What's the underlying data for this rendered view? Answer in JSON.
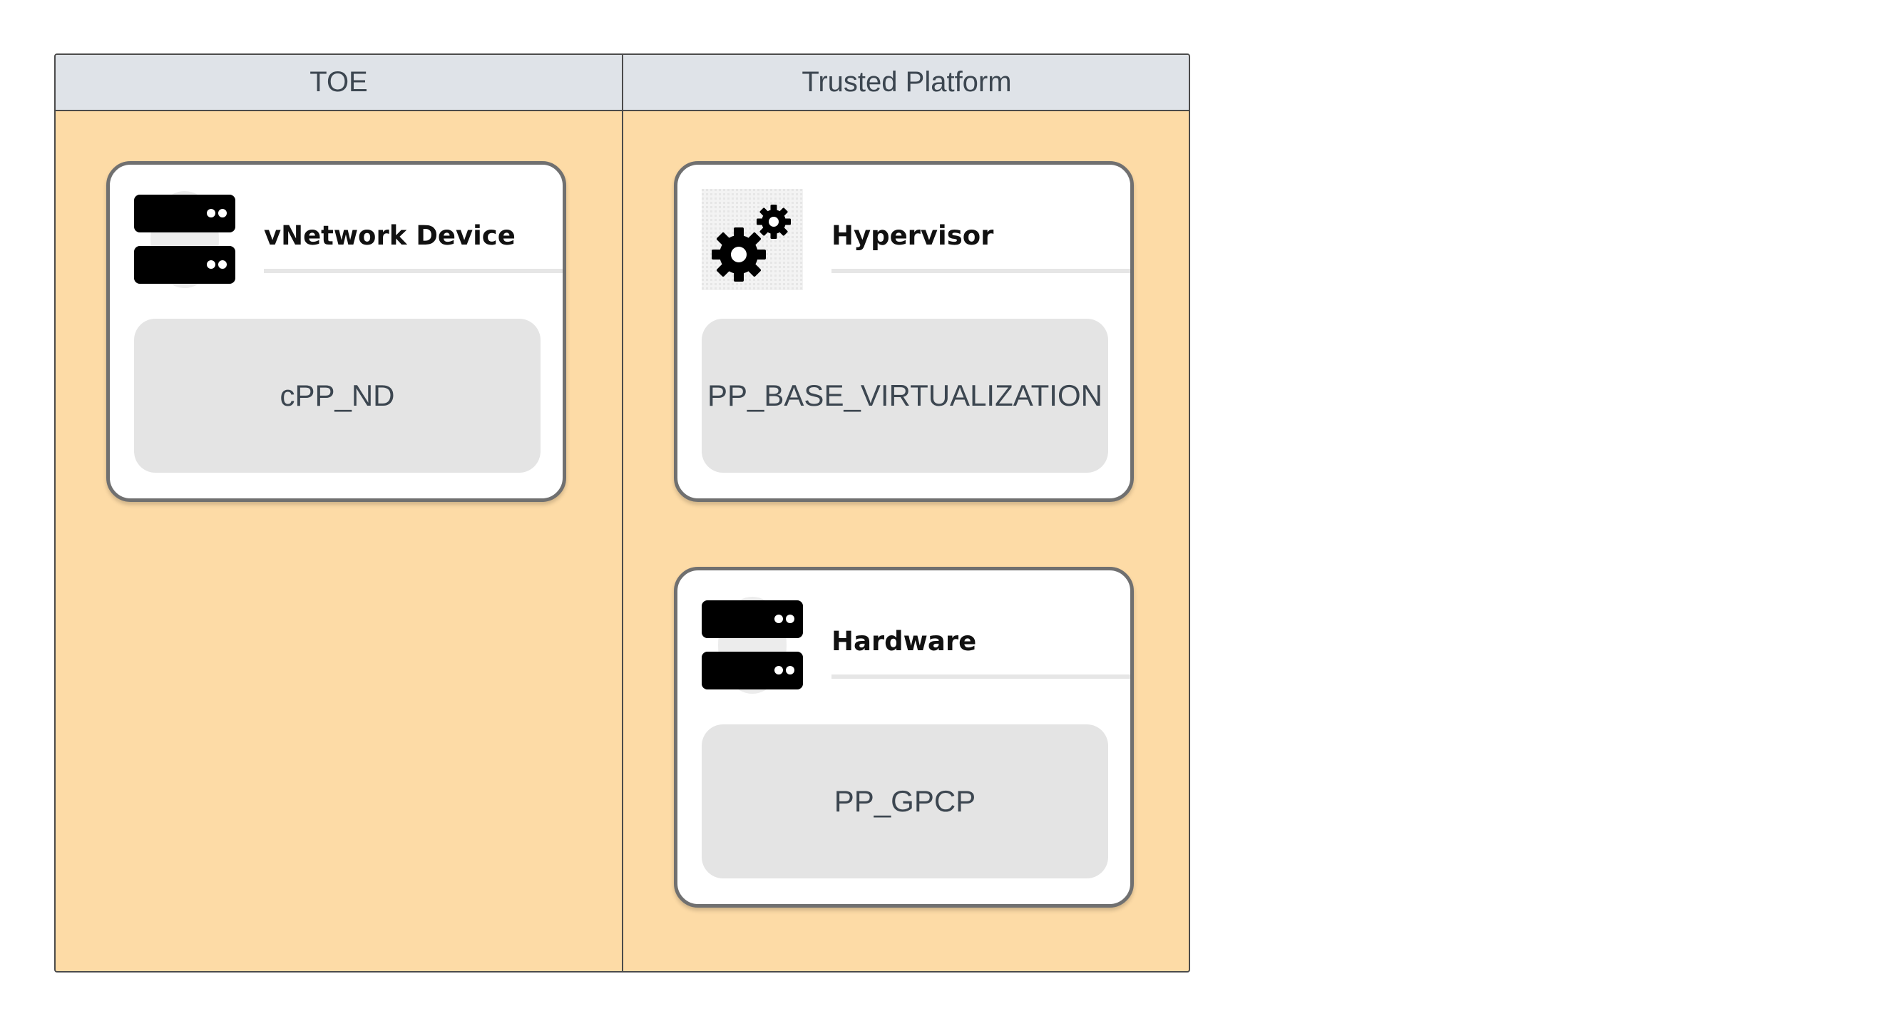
{
  "lanes": [
    {
      "title": "TOE",
      "cards": [
        {
          "icon": "server-icon",
          "title": "vNetwork Device",
          "body": "cPP_ND"
        }
      ]
    },
    {
      "title": "Trusted Platform",
      "cards": [
        {
          "icon": "gears-icon",
          "title": "Hypervisor",
          "body": "PP_BASE_VIRTUALIZATION"
        },
        {
          "icon": "server-icon",
          "title": "Hardware",
          "body": "PP_GPCP"
        }
      ]
    }
  ],
  "colors": {
    "lane_fill": "#fddba6",
    "header_fill": "#dfe3e8",
    "card_border": "#707070",
    "body_fill": "#e4e4e4"
  }
}
